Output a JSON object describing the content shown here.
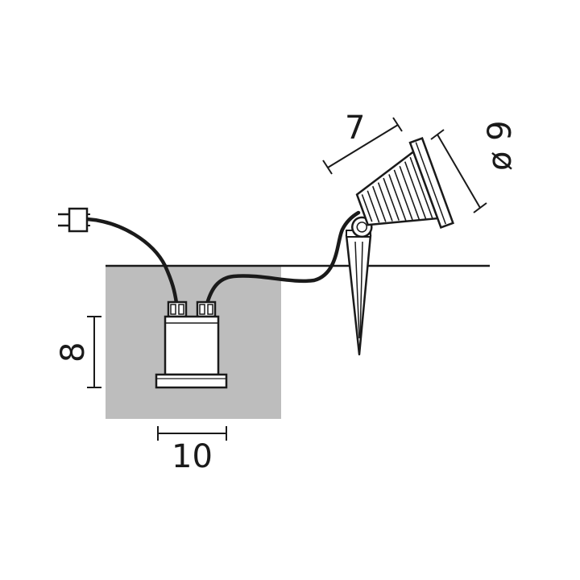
{
  "dimensions": {
    "spot_depth": "7",
    "spot_diameter": "ø 9",
    "box_height": "8",
    "box_width": "10"
  },
  "colors": {
    "ground_fill": "#bdbdbd",
    "line": "#1a1a1a",
    "background": "#ffffff"
  }
}
